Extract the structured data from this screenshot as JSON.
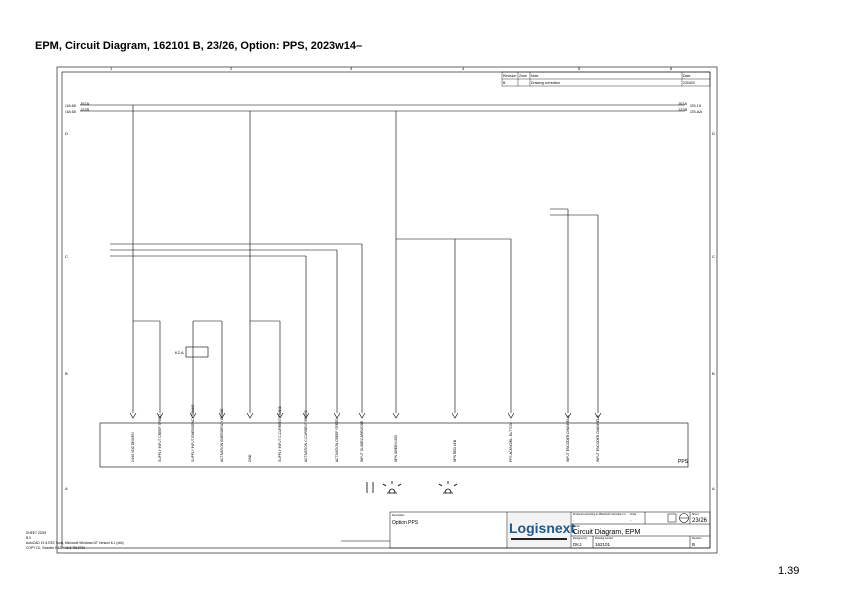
{
  "header": {
    "title": "EPM, Circuit Diagram, 162101 B, 23/26, Option: PPS, 2023w14–"
  },
  "footer": {
    "page_number": "1.39"
  },
  "revision_table": {
    "headers": [
      "Revision",
      "Zone",
      "Note",
      "Date"
    ],
    "row": [
      "B",
      "",
      "Drawing correction",
      "230403"
    ]
  },
  "bus": {
    "left_refs": [
      "/18.60",
      "/18.60"
    ],
    "left_names": [
      "J02A",
      "J22B"
    ],
    "right_names": [
      "J02A",
      "J22B"
    ],
    "right_refs": [
      "/25.10",
      "/25.AA"
    ]
  },
  "terminal_labels": [
    "24/48 VDC DRIVEN",
    "SUPPLY INPUT CREEP SPEED",
    "SUPPLY INPUT EMERGENCY BRAKE",
    "ACTIVATION EMERGENCY BRAKE",
    "GND",
    "SUPPLY INPUT C.CURRENT BRAKE",
    "ACTIVATION C.CURRENT BRAKE",
    "ACTIVATION CREEP SPEED",
    "INPUT GUIDE/CAREMODE",
    "NPN GREEN LED",
    "NPN RED LED",
    "PPS ACKNOWL. BUTTON",
    "INPUT ENCODER CHANNEL A",
    "INPUT ENCODER CHANNEL B"
  ],
  "module_label": "PPS",
  "component_label": "K2.A",
  "title_block": {
    "description_label": "Description",
    "description": "Option PPS",
    "logo": "Logisnext",
    "produced_label": "Produced according to Mitsubishi instruction no.",
    "produced_value": "-",
    "scale_label": "Scale",
    "scale_value": "-",
    "sheet_label": "Sheet",
    "sheet": "23/26",
    "name_label": "Name",
    "name": "Circuit Diagram, EPM",
    "designed_label": "Designed by",
    "designed": "DKJ",
    "drawing_label": "Drawing number",
    "drawing": "162101",
    "revision_label": "Revision",
    "revision": "B"
  },
  "notes_left": [
    "SHEET 23/26",
    "B.0",
    "AutoCAD 19 & E3S Tools, Microsoft Windows NT Version 6.1 (x64)",
    "COPY DL. Sweden R&D +46 8 7519700"
  ],
  "column_numbers": [
    "1",
    "2",
    "3",
    "4",
    "5",
    "6"
  ],
  "row_letters": [
    "D",
    "C",
    "B",
    "A"
  ]
}
